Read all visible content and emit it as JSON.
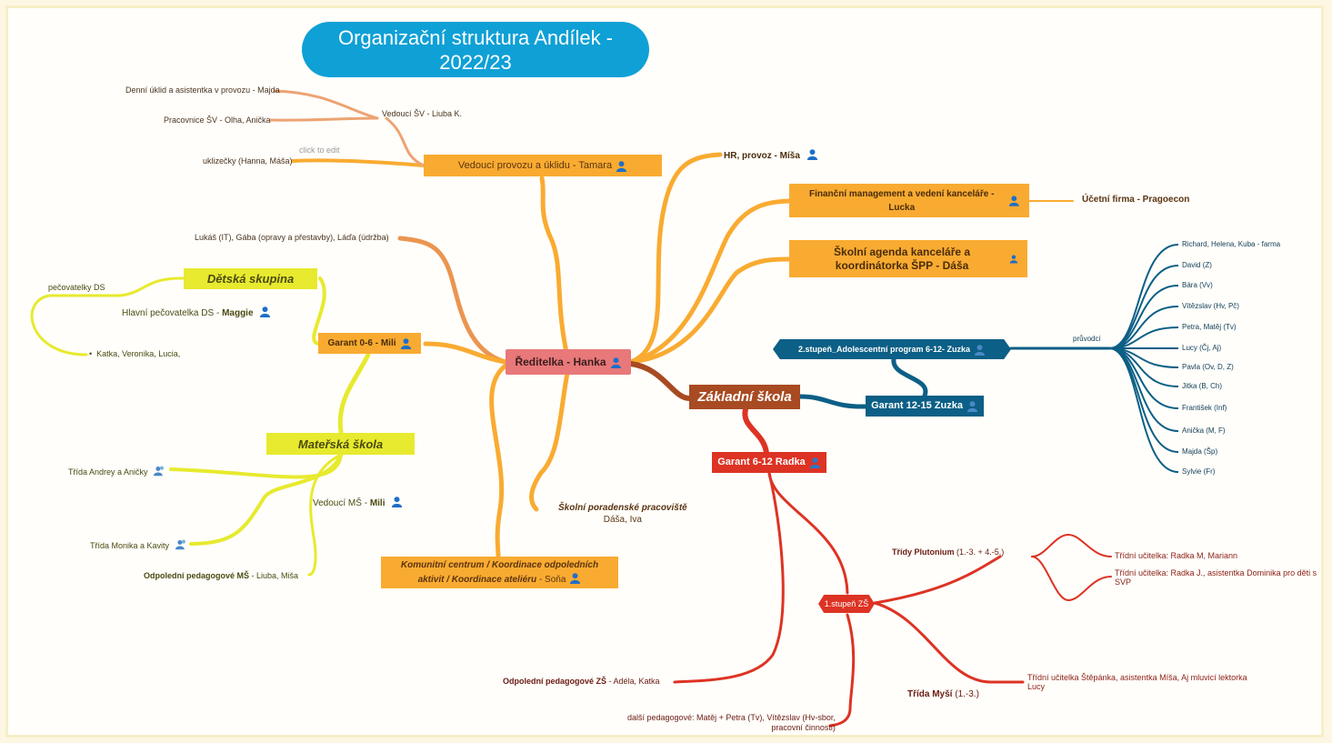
{
  "title": "Organizační struktura Andílek - 2022/23",
  "center": "Ředitelka - Hanka",
  "provoz": {
    "main": "Vedoucí provozu a úklidu - Tamara",
    "vedouci_sv": "Vedoucí ŠV - Liuba K.",
    "denni_uklid": "Denní úklid a asistentka v provozu - Majda",
    "pracovnice_sv": "Pracovnice ŠV - Olha, Anička",
    "uklizecky": "uklizečky (Hanna, Máša)",
    "click_to_edit": "click to edit"
  },
  "lukas": "Lukáš (IT), Gába (opravy a přestavby), Láďa (údržba)",
  "hr": "HR, provoz - Míša",
  "financni": "Finanční management a vedení kanceláře - Lucka",
  "ucetni": "Účetní firma - Pragoecon",
  "skolni_agenda": "Školní agenda kanceláře a koordinátorka ŠPP - Dáša",
  "adolescentni": "2.stupeň_Adolescentní program 6-12- Zuzka",
  "pruvodci": {
    "label": "průvodci",
    "items": [
      "Richard, Helena, Kuba - farma",
      "David (Z)",
      "Bára (Vv)",
      "Vítězslav (Hv, Pč)",
      "Petra, Matěj (Tv)",
      "Lucy (Čj, Aj)",
      "Pavla (Ov, D, Z)",
      "Jitka (B, Ch)",
      "František (Inf)",
      "Anička (M, F)",
      "Majda (Šp)",
      "Sylvie (Fr)"
    ]
  },
  "zakladni": "Základní škola",
  "garant1215": "Garant 12-15 Zuzka",
  "garant612": "Garant 6-12 Radka",
  "stupen1": "1.stupeň ZŠ",
  "plutonium": {
    "bold": "Třídy Plutonium",
    "rest": " (1.-3. + 4.-5.)"
  },
  "tridni1": "Třídní učitelka: Radka M, Mariann",
  "tridni2a": "Třídní učitelka: Radka J., asistentka Dominika pro děti s",
  "tridni2b": "SVP",
  "mysi": {
    "bold": "Třída Myší",
    "rest": " (1.-3.)"
  },
  "tridni3a": "Třídní učitelka Štěpánka, asistentka Míša, Aj mluvicí lektorka",
  "tridni3b": "Lucy",
  "odpoledni_zs": {
    "bold": "Odpolední pedagogové ZŠ",
    "rest": " - Adéla, Katka"
  },
  "dalsi_a": "další pedagogové: Matěj + Petra (Tv), Vítězslav (Hv-sbor,",
  "dalsi_b": "pracovní činnosti)",
  "spp": {
    "title": "Školní poradenské pracoviště",
    "names": "Dáša, Iva"
  },
  "komunitni": {
    "line1": "Komunitní centrum / Koordinace odpoledních",
    "line2": "aktivit / Koordinace ateliéru",
    "rest": " - Soňa"
  },
  "garant06": "Garant 0-6 - Mili",
  "detska": "Dětská skupina",
  "pecovatelky": "pečovatelky DS",
  "hlavni_pec": {
    "text": "Hlavní pečovatelka DS - ",
    "bold": "Maggie"
  },
  "katka": "Katka, Veronika, Lucia,",
  "materska": "Mateřská škola",
  "vedouci_ms": {
    "text": "Vedoucí MŠ - ",
    "bold": "Mili"
  },
  "trida_andrey": "Třída Andrey a Aničky",
  "trida_monika": "Třída Monika a Kavity",
  "odpoledni_ms": {
    "bold": "Odpolední pedagogové MŠ",
    "rest": " - Liuba, Miša"
  },
  "colors": {
    "orange": "#f9ab31",
    "yellow": "#e7ea2e",
    "navy": "#0c5f86",
    "red": "#dd3324",
    "brown": "#a84a22",
    "pink": "#e8787a",
    "blue": "#0fa0d6"
  }
}
